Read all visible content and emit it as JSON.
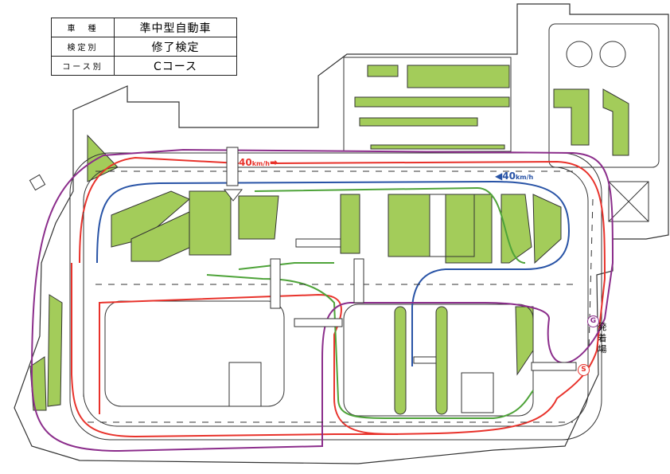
{
  "info": {
    "rows": [
      {
        "label": "車　種",
        "value": "準中型自動車"
      },
      {
        "label": "検定別",
        "value": "修了検定"
      },
      {
        "label": "コース別",
        "value": "Cコース"
      }
    ]
  },
  "speed_limits": {
    "red": {
      "value": "40",
      "unit": "km/h"
    },
    "blue": {
      "value": "40",
      "unit": "km/h"
    }
  },
  "markers": {
    "goal": "G",
    "start": "S"
  },
  "area_label": "発着場",
  "colors": {
    "green_area": "#a3cc5a",
    "route_red": "#e8322b",
    "route_blue": "#2853a6",
    "route_green": "#4ea339",
    "route_purple": "#8b2d8b",
    "outline": "#333333"
  }
}
